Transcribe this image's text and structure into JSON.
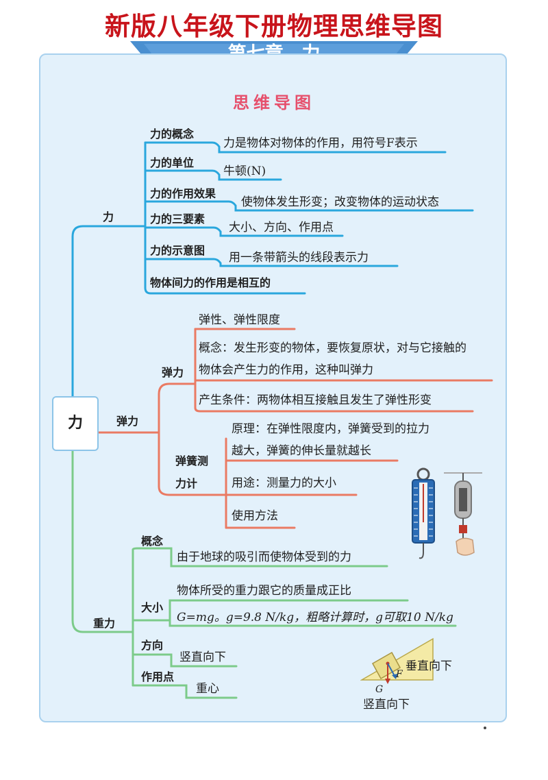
{
  "header": {
    "title": "新版八年级下册物理思维导图",
    "chapter": "第七章　力",
    "subtitle": "思维导图"
  },
  "root": "力",
  "branches": {
    "force": {
      "label": "力",
      "concept_label": "力的概念",
      "concept_text": "力是物体对物体的作用，用符号F表示",
      "unit_label": "力的单位",
      "unit_text": "牛顿(N)",
      "effect_label": "力的作用效果",
      "effect_text": "使物体发生形变；改变物体的运动状态",
      "elements_label": "力的三要素",
      "elements_text": "大小、方向、作用点",
      "diagram_label": "力的示意图",
      "diagram_text": "用一条带箭头的线段表示力",
      "mutual": "物体间力的作用是相互的"
    },
    "elastic": {
      "label": "弹力",
      "sub_label": "弹力",
      "elasticity": "弹性、弹性限度",
      "concept_line1": "概念：发生形变的物体，要恢复原状，对与它接触的",
      "concept_line2": "物体会产生力的作用，这种叫弹力",
      "condition": "产生条件：两物体相互接触且发生了弹性形变",
      "meter_line1": "弹簧测",
      "meter_line2": "力计",
      "principle_line1": "原理：在弹性限度内，弹簧受到的拉力",
      "principle_line2": "越大，弹簧的伸长量就越长",
      "use": "用途：测量力的大小",
      "method": "使用方法"
    },
    "gravity": {
      "label": "重力",
      "concept_label": "概念",
      "concept_text": "由于地球的吸引而使物体受到的力",
      "size_label": "大小",
      "size_text1": "物体所受的重力跟它的质量成正比",
      "size_text2": "G=mg。g=9.8 N/kg，粗略计算时，g可取10 N/kg",
      "direction_label": "方向",
      "direction_text": "竖直向下",
      "point_label": "作用点",
      "point_text": "重心"
    }
  },
  "figure": {
    "perp_label": "垂直向下",
    "f_label": "F",
    "g_label": "G",
    "vertical_label": "竖直向下"
  },
  "colors": {
    "title": "#c8141b",
    "banner": "#4a8fd0",
    "subtitle": "#e6506c",
    "force_branch": "#2aa7dd",
    "elastic_branch": "#ea7a63",
    "gravity_branch": "#7ccb8a",
    "panel": "#e3f1fb"
  }
}
